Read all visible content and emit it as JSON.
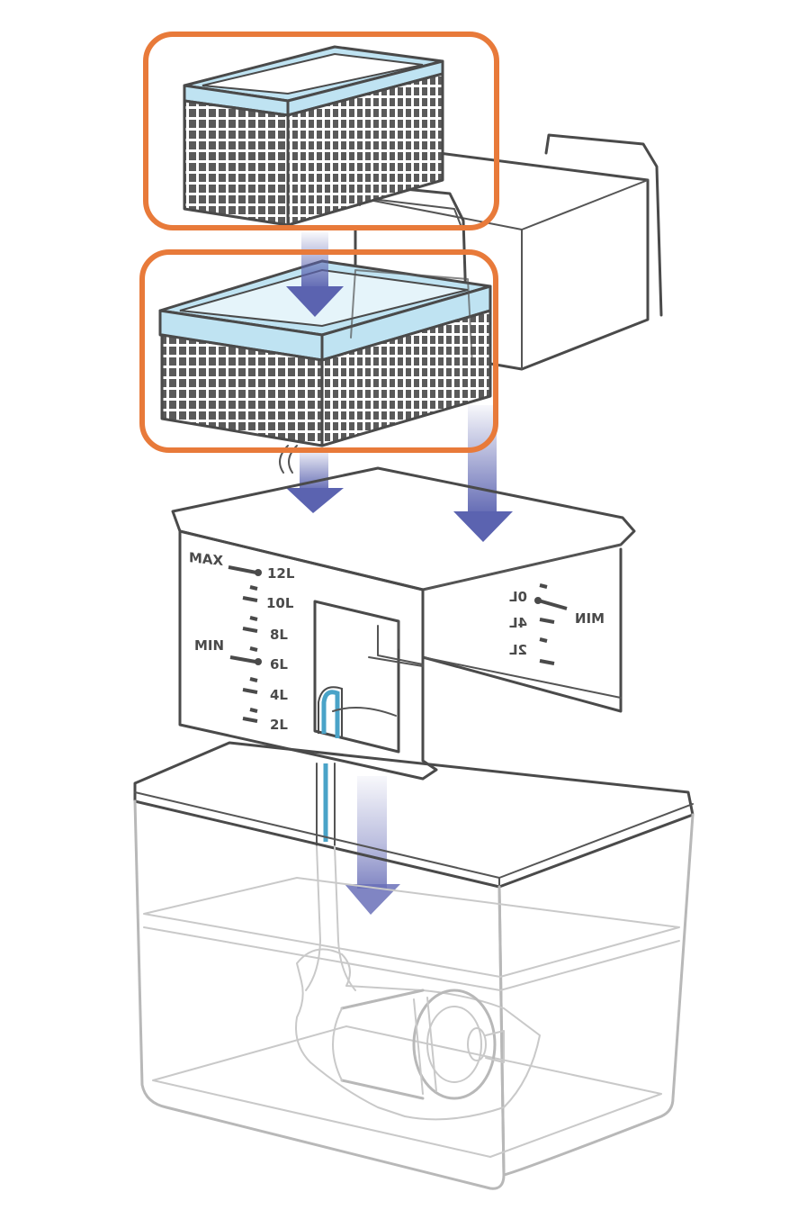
{
  "scale_left": {
    "max_label": "MAX",
    "min_label": "MIN",
    "marks": [
      "12L",
      "10L",
      "8L",
      "6L",
      "4L",
      "2L"
    ]
  },
  "scale_right": {
    "text_max": "MIN",
    "marks": [
      "0L",
      "4L",
      "2L"
    ]
  },
  "colors": {
    "highlight": "#e87a3a",
    "arrow": "#5b63b0",
    "basket_top": "#bfe3f2",
    "water_line": "#4aa3c8"
  }
}
